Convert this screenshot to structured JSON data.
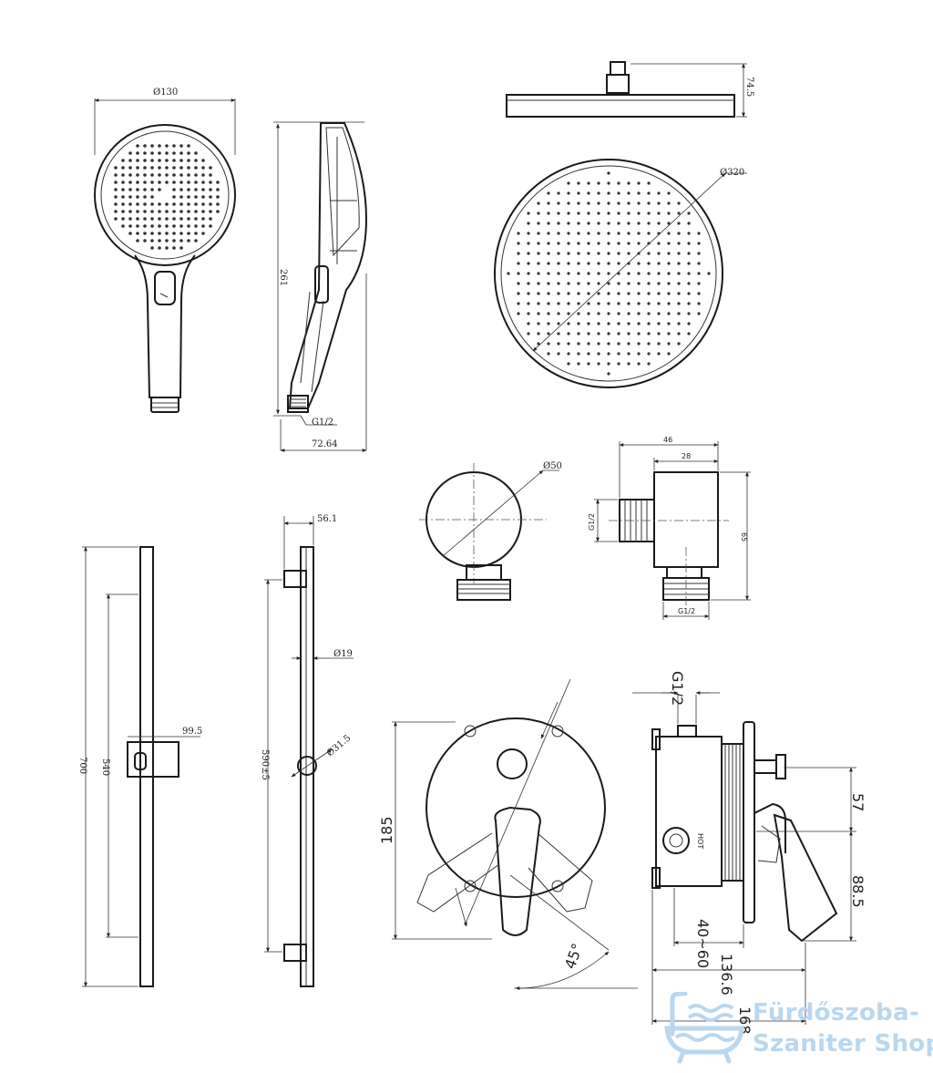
{
  "hand_shower": {
    "diameter": "Ø130",
    "length": "261",
    "thread": "G1/2",
    "depth": "72.64"
  },
  "rain_shower": {
    "height": "74.5",
    "diameter": "Ø320"
  },
  "wall_outlet": {
    "diameter": "Ø50",
    "width_total": "46",
    "width_body": "28",
    "height": "65",
    "thread_side": "G1/2",
    "thread_bottom": "G1/2"
  },
  "slide_bar": {
    "length": "700",
    "inner": "540",
    "holder": "99.5",
    "offset": "56.1",
    "rod_diameter": "Ø19",
    "fixing_distance": "590±5",
    "slider_diameter": "Ø31.5"
  },
  "mixer": {
    "height": "185",
    "angle": "45°",
    "thread": "G1/2",
    "upper": "57",
    "lower": "88.5",
    "wall_depth": "40~60",
    "total_depth": "136.6",
    "max_depth": "168",
    "hot_label": "HOT"
  },
  "watermark": {
    "line1": "Fürdőszoba-",
    "line2": "Szaniter Shop",
    "color": "#b9d7ef"
  }
}
